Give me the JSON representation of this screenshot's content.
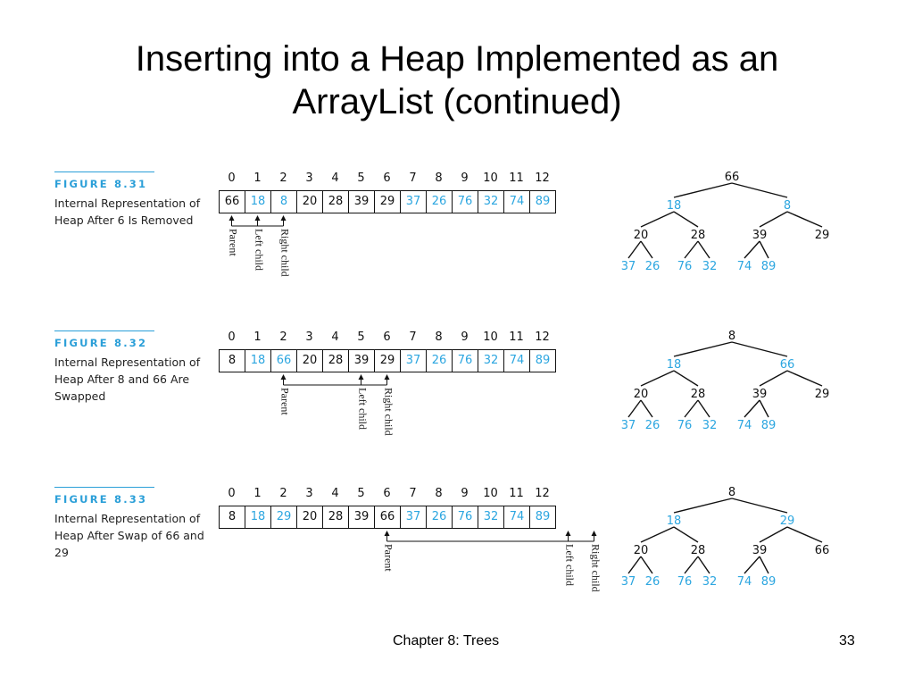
{
  "slide": {
    "title_line1": "Inserting into a Heap Implemented as an",
    "title_line2": "ArrayList (continued)",
    "footer_center": "Chapter 8: Trees",
    "page_number": "33"
  },
  "colors": {
    "highlight": "#2ca6e0",
    "text": "#111111",
    "rule": "#2b9fd8"
  },
  "indices": [
    "0",
    "1",
    "2",
    "3",
    "4",
    "5",
    "6",
    "7",
    "8",
    "9",
    "10",
    "11",
    "12"
  ],
  "figures": [
    {
      "label": "FIGURE 8.31",
      "caption": "Internal Representation of Heap After 6 Is Removed",
      "values": [
        "66",
        "18",
        "8",
        "20",
        "28",
        "39",
        "29",
        "37",
        "26",
        "76",
        "32",
        "74",
        "89"
      ],
      "blue": [
        1,
        2,
        7,
        8,
        9,
        10,
        11,
        12
      ],
      "pointers": [
        {
          "label": "Parent",
          "index": 0
        },
        {
          "label": "Left child",
          "index": 1
        },
        {
          "label": "Right child",
          "index": 2
        }
      ]
    },
    {
      "label": "FIGURE 8.32",
      "caption": "Internal Representation of Heap After 8 and 66 Are Swapped",
      "values": [
        "8",
        "18",
        "66",
        "20",
        "28",
        "39",
        "29",
        "37",
        "26",
        "76",
        "32",
        "74",
        "89"
      ],
      "blue": [
        1,
        2,
        7,
        8,
        9,
        10,
        11,
        12
      ],
      "pointers": [
        {
          "label": "Parent",
          "index": 2
        },
        {
          "label": "Left child",
          "index": 5
        },
        {
          "label": "Right child",
          "index": 6
        }
      ]
    },
    {
      "label": "FIGURE 8.33",
      "caption": "Internal Representation of Heap After Swap of 66 and 29",
      "values": [
        "8",
        "18",
        "29",
        "20",
        "28",
        "39",
        "66",
        "37",
        "26",
        "76",
        "32",
        "74",
        "89"
      ],
      "blue": [
        1,
        2,
        7,
        8,
        9,
        10,
        11,
        12
      ],
      "pointers": [
        {
          "label": "Parent",
          "index": 6
        },
        {
          "label": "Left child",
          "index": 13
        },
        {
          "label": "Right child",
          "index": 14
        }
      ]
    }
  ]
}
